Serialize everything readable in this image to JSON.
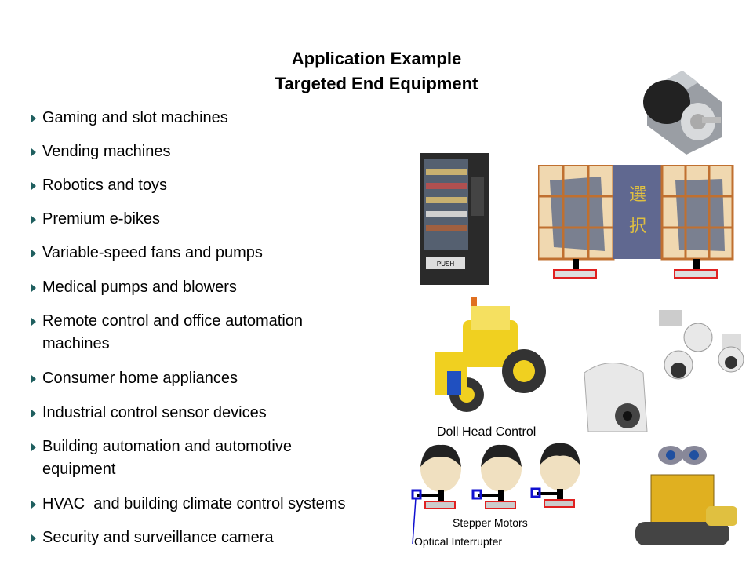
{
  "title": {
    "line1": "Application Example",
    "line2": "Targeted End Equipment"
  },
  "bullets": [
    "Gaming and slot machines",
    "Vending machines",
    "Robotics and toys",
    "Premium e-bikes",
    "Variable-speed fans and pumps",
    "Medical pumps and blowers",
    "Remote control and office automation machines",
    "Consumer home appliances",
    "Industrial control sensor devices",
    "Building automation and automotive equipment",
    "HVAC  and building climate control systems",
    "Security and surveillance camera"
  ],
  "doll_diagram": {
    "title": "Doll Head Control",
    "motors_label": "Stepper Motors",
    "sensor_label": "Optical Interrupter"
  },
  "vending_button": "PUSH",
  "colors": {
    "bullet": "#1f5f5f",
    "motor_outline": "#e02020",
    "interrupter": "#1010d0"
  }
}
